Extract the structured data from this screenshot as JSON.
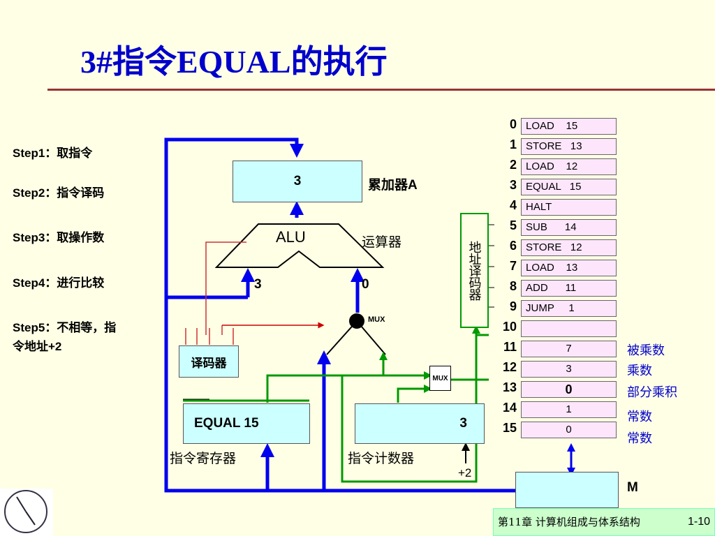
{
  "title": "3#指令EQUAL的执行",
  "steps": [
    "Step1：取指令",
    "Step2：指令译码",
    "Step3：取操作数",
    "Step4：进行比较",
    "Step5：不相等，指",
    "令地址+2"
  ],
  "accumulator": {
    "value": "3",
    "label": "累加器A"
  },
  "alu": {
    "text": "ALU",
    "label": "运算器",
    "input_left": "3",
    "input_right": "0"
  },
  "mux_top": "MUX",
  "mux_small": "MUX",
  "decoder": "译码器",
  "ir": {
    "value": "EQUAL 15",
    "label": "指令寄存器"
  },
  "pc": {
    "value": "3",
    "label": "指令计数器",
    "inc": "+2"
  },
  "addr_decoder": "地址译码器",
  "memory": {
    "label": "M",
    "addresses": [
      "0",
      "1",
      "2",
      "3",
      "4",
      "5",
      "6",
      "7",
      "8",
      "9",
      "10",
      "11",
      "12",
      "13",
      "14",
      "15"
    ],
    "cells": [
      "LOAD    15",
      "STORE   13",
      "LOAD    12",
      "EQUAL   15",
      "HALT",
      "SUB      14",
      "STORE   12",
      "LOAD    13",
      "ADD      11",
      "JUMP     1",
      "",
      "7",
      "3",
      "0",
      "1",
      "0"
    ],
    "notes": [
      "被乘数",
      "乘数",
      "部分乘积",
      "常数",
      "常数"
    ]
  },
  "footer": {
    "chapter": "第11章 计算机组成与体系结构",
    "page": "1-10"
  }
}
